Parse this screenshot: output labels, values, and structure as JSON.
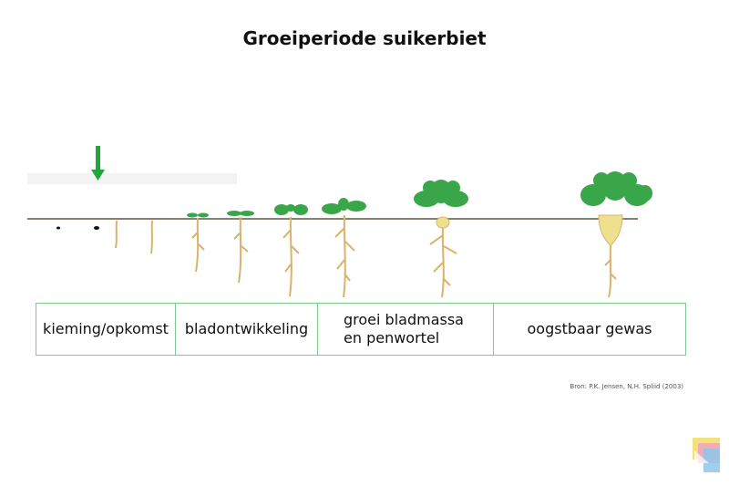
{
  "title": "Groeiperiode suikerbiet",
  "stages": [
    {
      "lines": [
        "kieming/opkomst"
      ]
    },
    {
      "lines": [
        "bladontwikkeling"
      ]
    },
    {
      "lines": [
        "groei bladmassa",
        "en penwortel"
      ]
    },
    {
      "lines": [
        "oogstbaar gewas"
      ]
    }
  ],
  "source": "Bron: P.K. Jensen, N.H. Spliid (2003)",
  "colors": {
    "ground": "#8a7f6e",
    "leaf": "#3aa64a",
    "root": "#d8b46a",
    "beet": "#efe090",
    "arrow": "#21a63a",
    "table_border": "#7ec98e"
  },
  "icons": {
    "arrow": "arrow-down-icon",
    "logo": "logo-icon"
  }
}
